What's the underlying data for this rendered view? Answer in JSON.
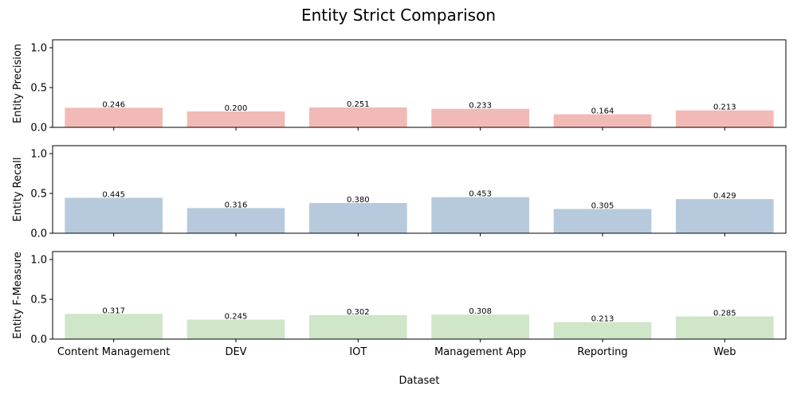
{
  "chart_data": {
    "type": "bar",
    "title": "Entity Strict Comparison",
    "xlabel": "Dataset",
    "categories": [
      "Content Management",
      "DEV",
      "IOT",
      "Management App",
      "Reporting",
      "Web"
    ],
    "ylim": [
      0,
      1.1
    ],
    "yticks": [
      "0.0",
      "0.5",
      "1.0"
    ],
    "panels": [
      {
        "ylabel": "Entity Precision",
        "color": "#f2bab6",
        "values": [
          0.246,
          0.2,
          0.251,
          0.233,
          0.164,
          0.213
        ],
        "labels": [
          "0.246",
          "0.200",
          "0.251",
          "0.233",
          "0.164",
          "0.213"
        ]
      },
      {
        "ylabel": "Entity Recall",
        "color": "#b7cadd",
        "values": [
          0.445,
          0.316,
          0.38,
          0.453,
          0.305,
          0.429
        ],
        "labels": [
          "0.445",
          "0.316",
          "0.380",
          "0.453",
          "0.305",
          "0.429"
        ]
      },
      {
        "ylabel": "Entity F-Measure",
        "color": "#cfe6c9",
        "values": [
          0.317,
          0.245,
          0.302,
          0.308,
          0.213,
          0.285
        ],
        "labels": [
          "0.317",
          "0.245",
          "0.302",
          "0.308",
          "0.213",
          "0.285"
        ]
      }
    ]
  }
}
